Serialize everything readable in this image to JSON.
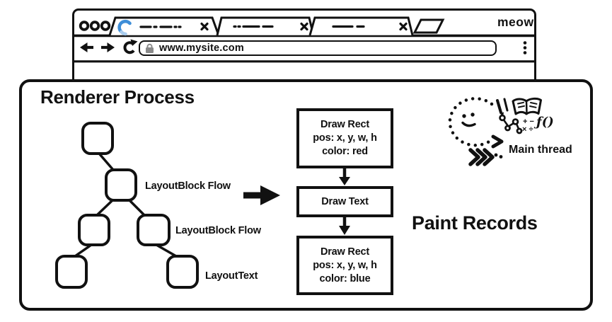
{
  "browser": {
    "brand_label": "meow",
    "url": "www.mysite.com"
  },
  "renderer": {
    "title": "Renderer Process",
    "tree_labels": [
      "LayoutBlock Flow",
      "LayoutBlock Flow",
      "LayoutText"
    ],
    "paint_heading": "Paint Records",
    "paint_boxes": [
      {
        "l1": "Draw Rect",
        "l2": "pos: x, y, w, h",
        "l3": "color: red"
      },
      {
        "l1": "Draw Text"
      },
      {
        "l1": "Draw Rect",
        "l2": "pos: x, y, w, h",
        "l3": "color: blue"
      }
    ],
    "main_thread_label": "Main thread",
    "doodle": {
      "function_symbol": "ƒ()",
      "math_row1": "+ −",
      "math_row2": "× ÷"
    }
  },
  "colors": {
    "ink": "#111111",
    "spinner_dark": "#3e8ed8",
    "spinner_light": "#a9ccee",
    "lock_gray": "#8a8a8a"
  }
}
